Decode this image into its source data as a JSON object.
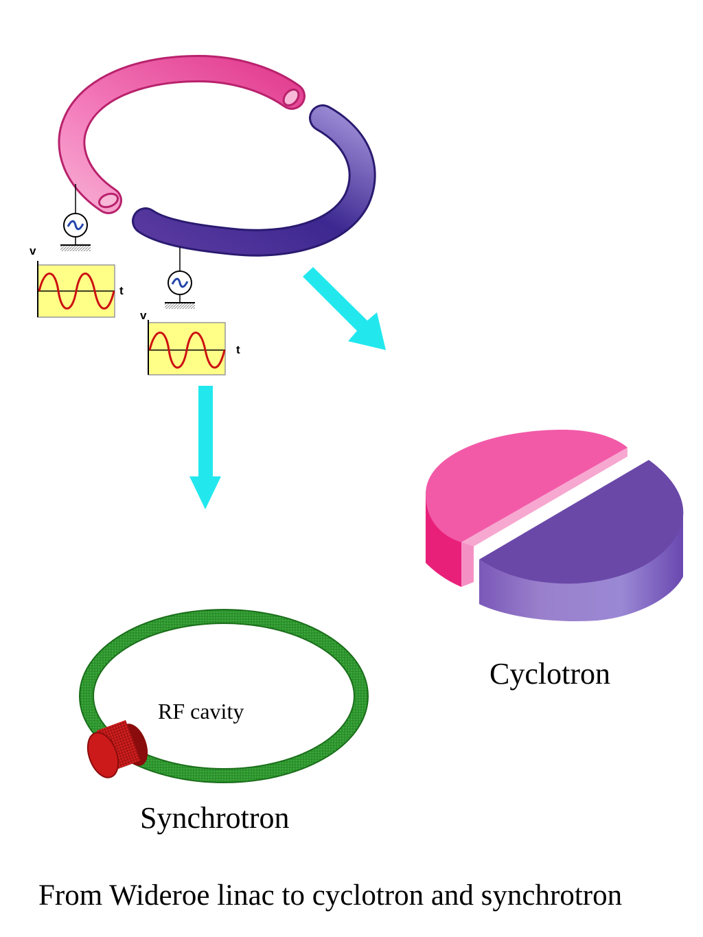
{
  "labels": {
    "cyclotron": "Cyclotron",
    "synchrotron": "Synchrotron",
    "rf_cavity": "RF cavity",
    "caption": "From Wideroe linac to cyclotron and synchrotron"
  },
  "scope_left": {
    "v_label": "v",
    "t_label": "t"
  },
  "scope_right": {
    "v_label": "v",
    "t_label": "t"
  },
  "colors": {
    "dee_pink": "#f25aa8",
    "dee_purple": "#5a3aa0",
    "arrow": "#22e8ee",
    "scope_bg": "#ffff88",
    "sine": "#cc1111",
    "ring_green": "#2e9a2e",
    "rf_red": "#cc1a1a"
  },
  "icons": {
    "rf_source": "ac-source-icon",
    "ground": "ground-icon",
    "arrow": "down-arrow-icon"
  }
}
